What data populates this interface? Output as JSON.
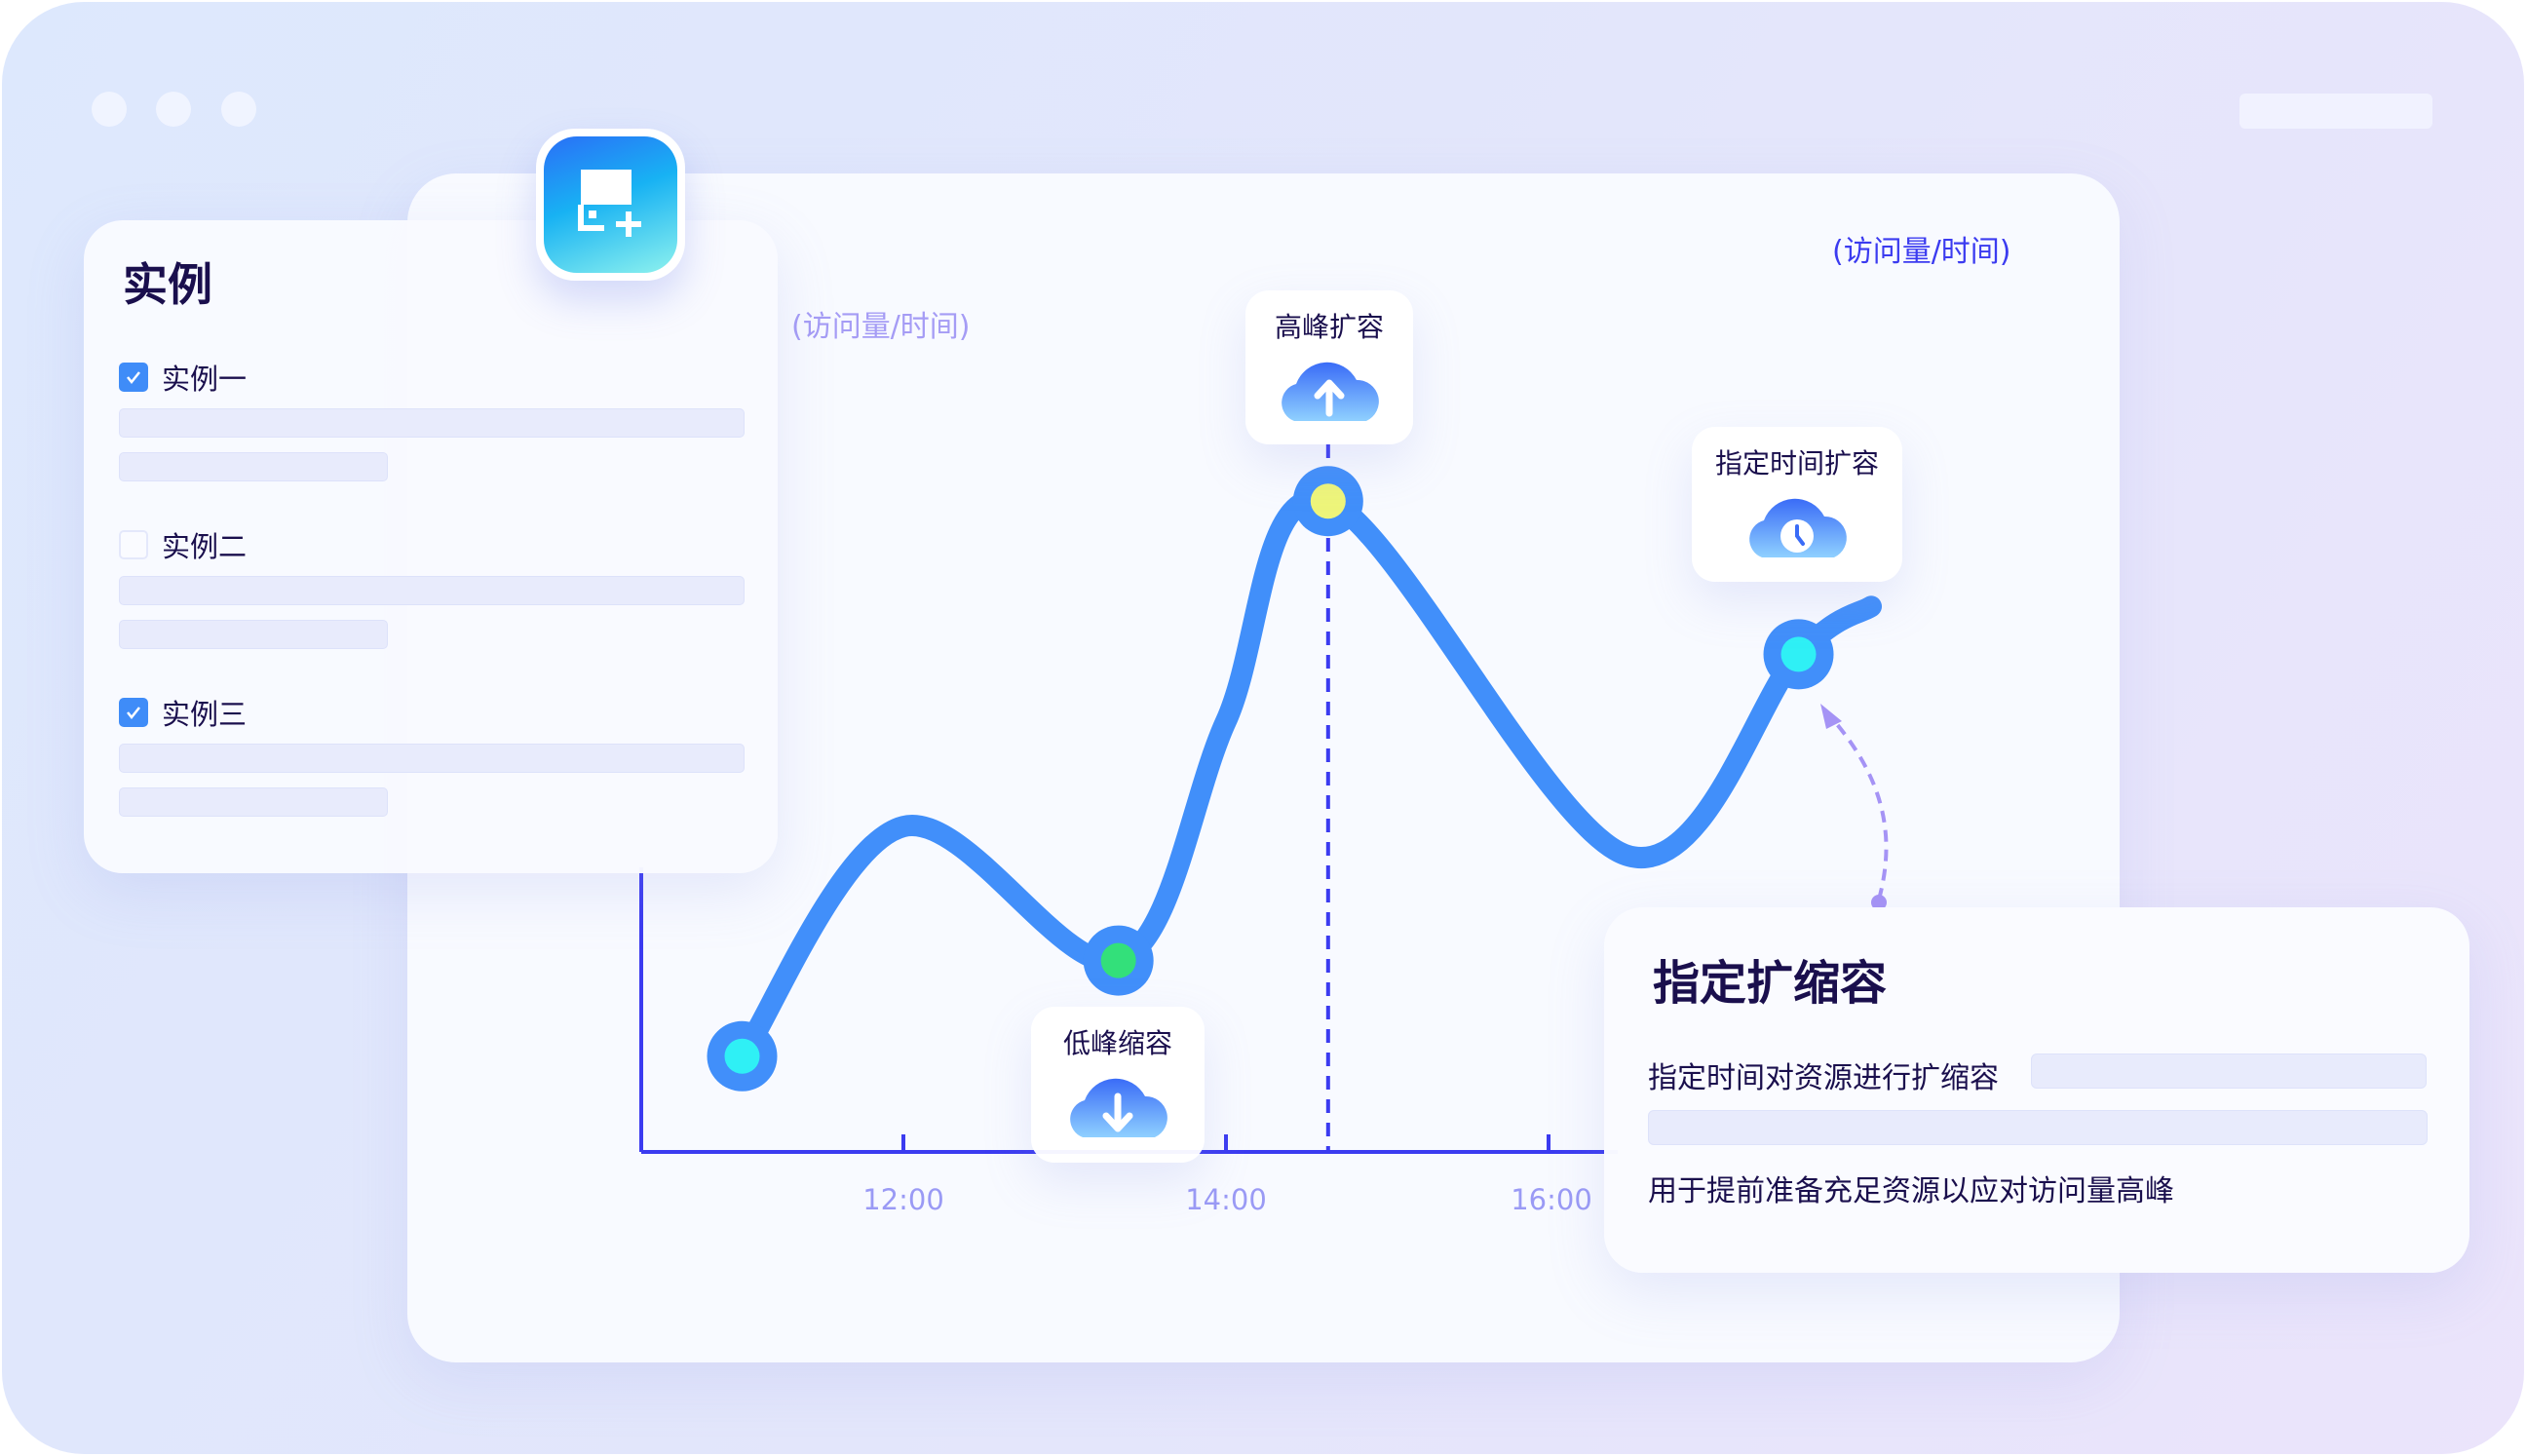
{
  "window": {
    "controls": [
      "close",
      "minimize",
      "maximize"
    ]
  },
  "instances_panel": {
    "title": "实例",
    "items": [
      {
        "label": "实例一",
        "checked": true
      },
      {
        "label": "实例二",
        "checked": false
      },
      {
        "label": "实例三",
        "checked": true
      }
    ]
  },
  "app_icon": "add-instance-icon",
  "callouts": {
    "peak": {
      "label": "高峰扩容",
      "icon": "cloud-upload-icon"
    },
    "scheduled": {
      "label": "指定时间扩容",
      "icon": "cloud-clock-icon"
    },
    "trough": {
      "label": "低峰缩容",
      "icon": "cloud-download-icon"
    }
  },
  "info_card": {
    "title": "指定扩缩容",
    "line1": "指定时间对资源进行扩缩容",
    "line2": "用于提前准备充足资源以应对访问量高峰"
  },
  "colors": {
    "curve": "#418ffa",
    "axis": "#3b3bf0",
    "marker_cyan": "#2ff0f5",
    "marker_green": "#33e07a",
    "marker_yellow": "#eef57a"
  },
  "chart_data": {
    "type": "line",
    "ylabel": "(访问量/时间)",
    "xlabel": "",
    "x_ticks": [
      "12:00",
      "14:00",
      "16:00"
    ],
    "x": [
      "11:00",
      "12:00",
      "13:20",
      "14:00",
      "14:38",
      "16:29",
      "17:33",
      "18:00"
    ],
    "y_relative": [
      10,
      34,
      20,
      45,
      68,
      31,
      52,
      57
    ],
    "markers": [
      {
        "x": "11:00",
        "color": "#2ff0f5"
      },
      {
        "x": "13:20",
        "color": "#33e07a"
      },
      {
        "x": "14:38",
        "color": "#eef57a"
      },
      {
        "x": "17:33",
        "color": "#2ff0f5"
      }
    ],
    "vertical_line_at": "14:38",
    "grid": false
  }
}
